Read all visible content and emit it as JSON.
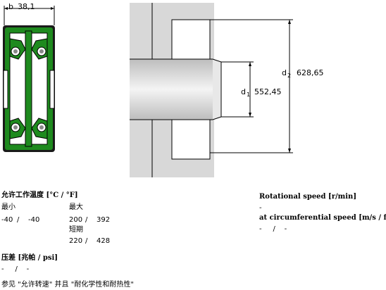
{
  "dimensions": {
    "b_label": "b",
    "b_value": "38,1",
    "d1_label": "d",
    "d1_sub": "1",
    "d1_value": "552,45",
    "d2_label": "d",
    "d2_sub": "2",
    "d2_value": "628,65"
  },
  "temperature": {
    "title": "允许工作温度 [°C / °F]",
    "min_label": "最小",
    "max_label": "最大",
    "min_c": "-40",
    "sep1": "/",
    "min_f": "-40",
    "max_c": "200",
    "sep2": "/",
    "max_f": "392",
    "short_label": "短期",
    "short_c": "220",
    "sep3": "/",
    "short_f": "428"
  },
  "pressure": {
    "title": "压差 [兆帕 / psi]",
    "value": "-     /    -"
  },
  "rotational": {
    "title": "Rotational speed [r/min]",
    "value": "-",
    "circ_title": "at circumferential speed [m/s / ft/s]",
    "circ_value": "-     /    -"
  },
  "note": "参见 \"允许转速\" 并且 \"耐化学性和耐热性\"",
  "colors": {
    "seal_green": "#1e8a1e",
    "housing_gray": "#d8d8d8",
    "shaft_gray": "#d0d0d0"
  }
}
